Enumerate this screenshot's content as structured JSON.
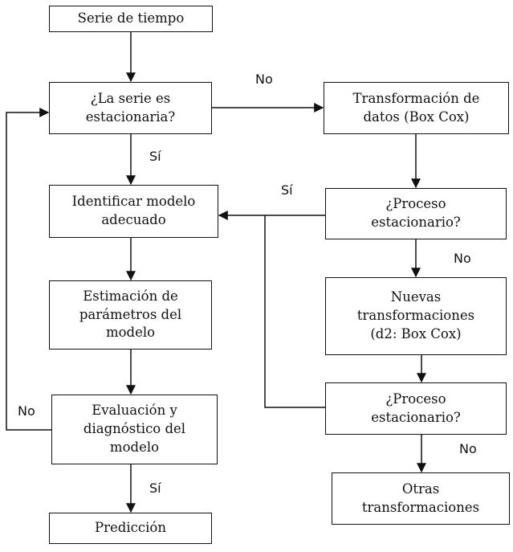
{
  "nodes": {
    "serie": "Serie de tiempo",
    "estacionaria_q": "¿La serie es\nestacionaria?",
    "identificar": "Identificar modelo\nadecuado",
    "estimacion": "Estimación de\nparámetros del\nmodelo",
    "evaluacion": "Evaluación y\ndiagnóstico del\nmodelo",
    "prediccion": "Predicción",
    "transformacion": "Transformación de\ndatos (Box Cox)",
    "proceso1_q": "¿Proceso\nestacionario?",
    "nuevas": "Nuevas\ntransformaciones\n(d2: Box Cox)",
    "proceso2_q": "¿Proceso\nestacionario?",
    "otras": "Otras\ntransformaciones"
  },
  "edge_labels": {
    "no_top": "No",
    "si_left": "Sí",
    "si_middle": "Sí",
    "no_proc1": "No",
    "no_eval": "No",
    "si_eval": "Sí",
    "no_proc2": "No"
  }
}
